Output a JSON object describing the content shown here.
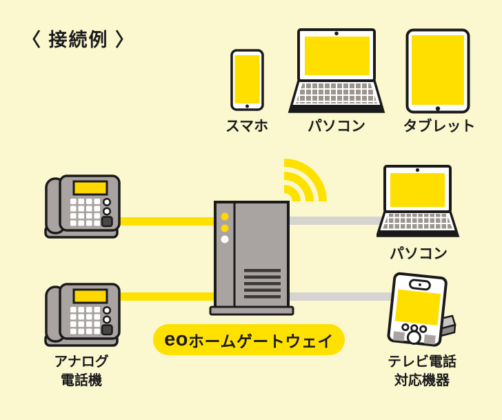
{
  "title": "〈 接続例 〉",
  "devices": {
    "smartphone": {
      "label": "スマホ"
    },
    "pc_top": {
      "label": "パソコン"
    },
    "tablet": {
      "label": "タブレット"
    },
    "analog_phone": {
      "label_line1": "アナログ",
      "label_line2": "電話機"
    },
    "pc_right": {
      "label": "パソコン"
    },
    "video_phone": {
      "label_line1": "テレビ電話",
      "label_line2": "対応機器"
    }
  },
  "gateway": {
    "brand": "eo",
    "name": "ホームゲートウェイ",
    "leds": [
      "yellow",
      "yellow",
      "white"
    ]
  },
  "connections": {
    "wired_yellow": [
      "analog_phone-1 to gateway",
      "analog_phone-2 to gateway"
    ],
    "wired_gray": [
      "gateway to pc_right",
      "gateway to video_phone"
    ],
    "wireless": "wifi from gateway to smartphone / pc_top / tablet"
  },
  "colors": {
    "background": "#FBF8D0",
    "accent_yellow": "#FFE100",
    "device_gray": "#A9A4A2",
    "cable_gray": "#D6D4D1",
    "outline": "#1A1A1A"
  }
}
